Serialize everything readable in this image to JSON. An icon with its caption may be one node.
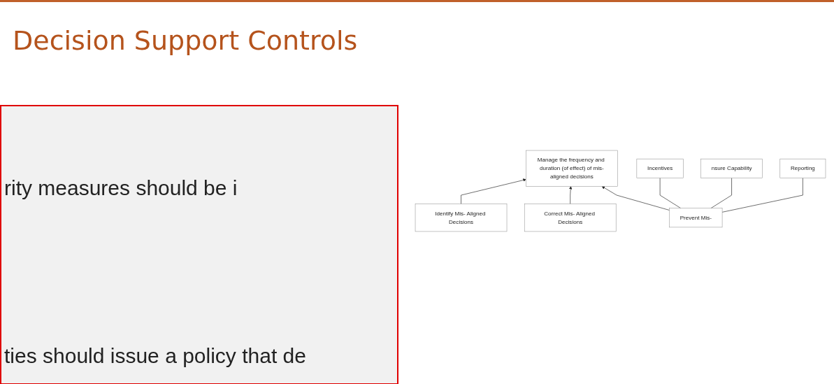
{
  "diagram": {
    "title": "Decision Support Controls",
    "nodes": [
      {
        "text": [
          "Manage the frequency and duration (of effect) of mis-aligned decisions"
        ]
      },
      {
        "text": [
          "Prevent Mis-"
        ]
      },
      {
        "text": [
          "Identify Mis- Aligned Decisions"
        ]
      },
      {
        "text": [
          "Correct Mis- Aligned Decisions"
        ]
      },
      {
        "text": [
          "nsure Capability"
        ]
      },
      {
        "text": [
          "Incentives"
        ]
      },
      {
        "text": [
          "Reporting"
        ]
      }
    ],
    "edges": [
      {
        "from": 1,
        "to": 0,
        "arrow": "to"
      },
      {
        "from": 2,
        "to": 0,
        "arrow": "to"
      },
      {
        "from": 3,
        "to": 0,
        "arrow": "to"
      },
      {
        "from": 1,
        "to": 5,
        "arrow": "none"
      },
      {
        "from": 1,
        "to": 4,
        "arrow": "none"
      },
      {
        "from": 1,
        "to": 6,
        "arrow": "none"
      }
    ],
    "labels": [
      "rity measures should be i",
      "ties should issue a policy that de"
    ]
  }
}
